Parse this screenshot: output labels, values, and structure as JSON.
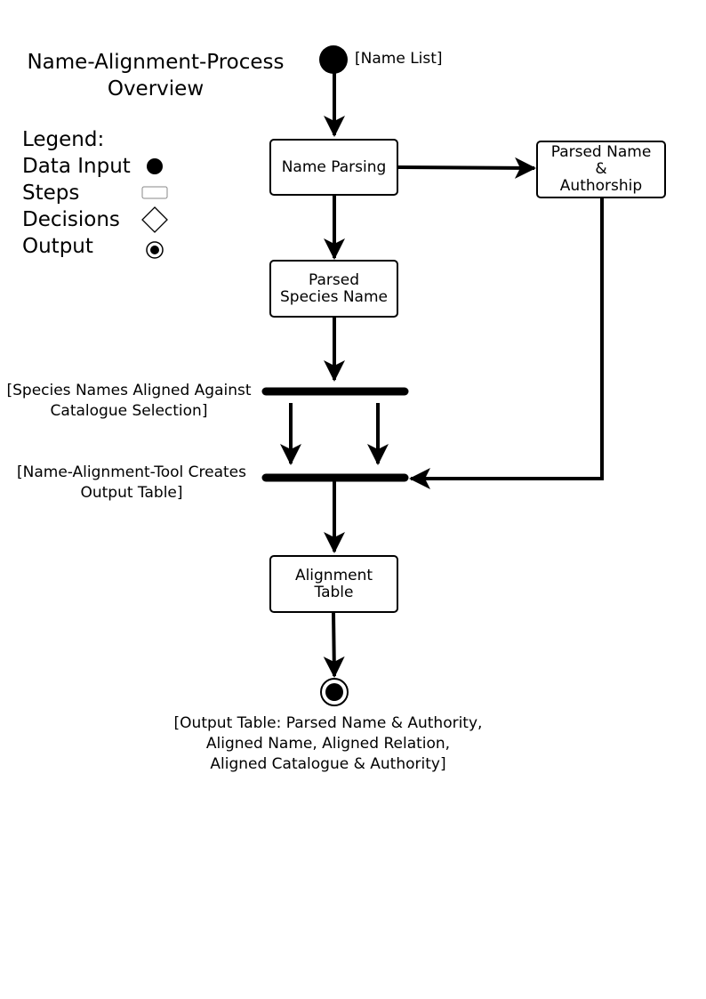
{
  "title": {
    "line1": "Name-Alignment-Process",
    "line2": "Overview"
  },
  "legend": {
    "heading": "Legend:",
    "items": [
      {
        "label": "Data Input",
        "symbol": "filled-circle"
      },
      {
        "label": "Steps",
        "symbol": "rounded-rect"
      },
      {
        "label": "Decisions",
        "symbol": "diamond"
      },
      {
        "label": "Output",
        "symbol": "bullseye"
      }
    ]
  },
  "nodes": {
    "start_label": "[Name List]",
    "name_parsing": "Name Parsing",
    "parsed_name_authorship": "Parsed Name\n&\nAuthorship",
    "parsed_species_name": "Parsed\nSpecies Name",
    "bar1_label": "[Species Names Aligned Against\nCatalogue Selection]",
    "bar2_label": "[Name-Alignment-Tool Creates\nOutput Table]",
    "alignment_table": "Alignment\nTable",
    "end_label": "[Output Table: Parsed Name & Authority,\nAligned Name, Aligned Relation,\nAligned Catalogue & Authority]"
  }
}
